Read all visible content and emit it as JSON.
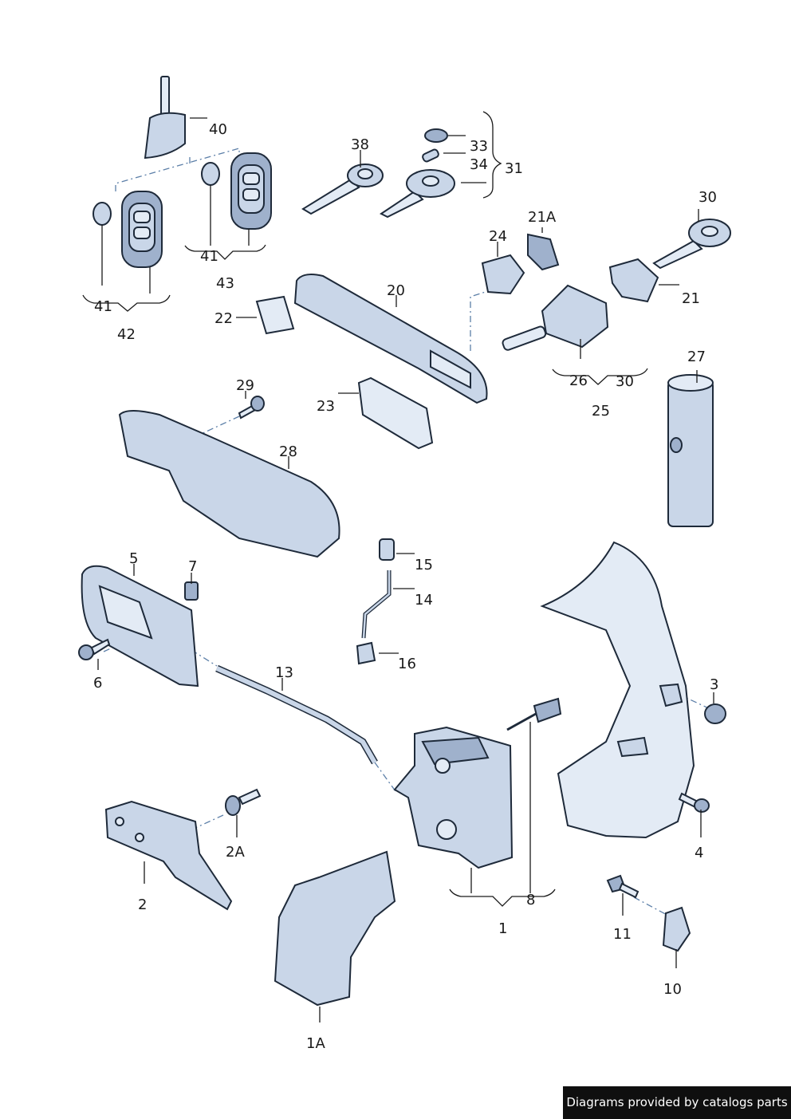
{
  "labels": {
    "l40": "40",
    "l38": "38",
    "l33": "33",
    "l34": "34",
    "l31": "31",
    "l41a": "41",
    "l41b": "41",
    "l43": "43",
    "l42": "42",
    "l30a": "30",
    "l21a": "21A",
    "l24": "24",
    "l20": "20",
    "l21": "21",
    "l22": "22",
    "l27": "27",
    "l26": "26",
    "l30b": "30",
    "l25": "25",
    "l29": "29",
    "l23": "23",
    "l28": "28",
    "l5": "5",
    "l7": "7",
    "l15": "15",
    "l14": "14",
    "l6": "6",
    "l16": "16",
    "l13": "13",
    "l3": "3",
    "l4": "4",
    "l2a": "2A",
    "l2": "2",
    "l8": "8",
    "l1": "1",
    "l11": "11",
    "l10": "10",
    "l1a": "1A"
  },
  "footer": {
    "credit": "Diagrams provided by catalogs parts"
  }
}
